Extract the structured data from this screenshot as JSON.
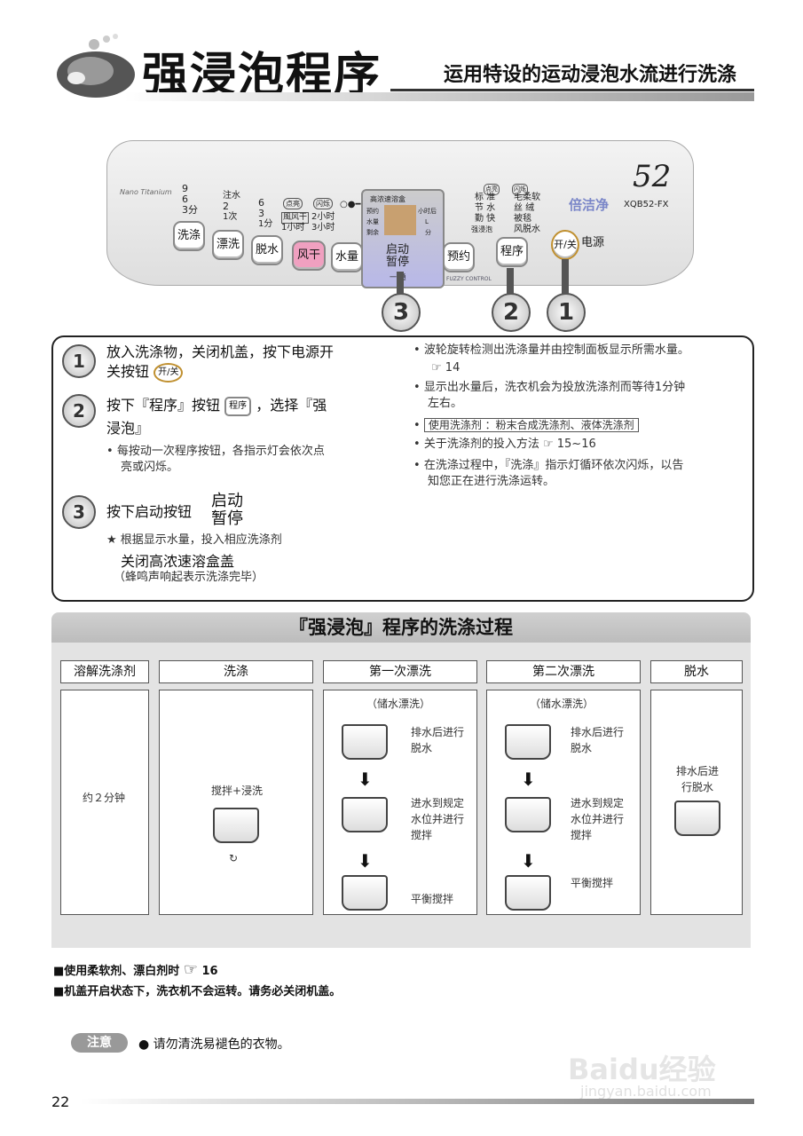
{
  "header": {
    "title": "强浸泡程序",
    "subtitle": "运用特设的运动浸泡水流进行洗涤"
  },
  "panel": {
    "brand_small": "Nano Titanium",
    "model_big": "52",
    "model": "XQB52-FX",
    "logo": "倍洁净",
    "wash_levels": [
      "9",
      "6",
      "3分"
    ],
    "rinse_levels": [
      "注水",
      "2",
      "1次"
    ],
    "spin_levels": [
      "6",
      "3",
      "1分"
    ],
    "dot_label": "点亮",
    "flash_label": "闪烁",
    "air_dry_label": "風风干",
    "air_dry_times": [
      "2小时",
      "3小时"
    ],
    "dry_hour": "1小时",
    "display_header": "高浓速溶盒",
    "display_left": [
      "预约",
      "水量",
      "剩余"
    ],
    "display_right": [
      "小时后",
      "L",
      "分"
    ],
    "program_header": [
      "点亮",
      "闪烁"
    ],
    "programs_left": [
      "标 准",
      "节 水",
      "勤 快",
      "强浸泡"
    ],
    "programs_right": [
      "毛柔软",
      "丝 绒",
      "被毯",
      "风脱水"
    ],
    "fuzzy": "FUZZY CONTROL",
    "buttons": {
      "wash": "洗涤",
      "rinse": "漂洗",
      "spin": "脱水",
      "dry": "风干",
      "water": "水量",
      "start": "启动",
      "pause": "暂停",
      "start_sub": "一 通",
      "timer": "预约",
      "program": "程序",
      "power": "开/关",
      "power_label": "电源"
    },
    "callouts": [
      "3",
      "2",
      "1"
    ]
  },
  "steps": [
    {
      "num": "1",
      "line1": "放入洗涤物，关闭机盖，按下电源开",
      "line2": "关按钮",
      "chip": "开/关"
    },
    {
      "num": "2",
      "pre": "按下『程序』按钮",
      "chip": "程序",
      "post": "，选择『强",
      "line2": "浸泡』",
      "bullet1": "每按动一次程序按钮，各指示灯会依次点",
      "bullet2": "亮或闪烁。"
    },
    {
      "num": "3",
      "pre": "按下启动按钮",
      "btn1": "启动",
      "btn2": "暂停",
      "star": "★ 根据显示水量，投入相应洗涤剂",
      "close": "关闭高浓速溶盒盖",
      "beep": "（蜂鸣声响起表示洗涤完毕）"
    }
  ],
  "notes_right": {
    "n1a": "波轮旋转检测出洗涤量并由控制面板显示所需水量。",
    "n1b": "14",
    "n2a": "显示出水量后，洗衣机会为投放洗涤剂而等待1分钟",
    "n2b": "左右。",
    "n3": "使用洗涤剂 ：粉末合成洗涤剂、液体洗涤剂",
    "n4": "关于洗涤剂的投入方法",
    "n4ref": "15~16",
    "n5a": "在洗涤过程中，『洗涤』指示灯循环依次闪烁，以告",
    "n5b": "知您正在进行洗涤运转。"
  },
  "process": {
    "title": "『强浸泡』程序的洗涤过程",
    "columns": [
      "溶解洗涤剂",
      "洗涤",
      "第一次漂洗",
      "第二次漂洗",
      "脱水"
    ],
    "dissolve": "约２分钟",
    "wash": "搅拌+浸洗",
    "rinse_sub": "（储水漂洗）",
    "rinse_a": "排水后进行",
    "rinse_a2": "脱水",
    "rinse_b1": "进水到规定",
    "rinse_b2": "水位并进行",
    "rinse_b3": "搅拌",
    "rinse_c": "平衡搅拌",
    "spin1": "排水后进",
    "spin2": "行脱水"
  },
  "footnotes": {
    "f1": "■使用柔软剂、漂白剂时",
    "f1ref": "16",
    "f2": "■机盖开启状态下，洗衣机不会运转。请务必关闭机盖。"
  },
  "caution": {
    "label": "注意",
    "text": "● 请勿清洗易褪色的衣物。"
  },
  "page_number": "22",
  "watermark": {
    "brand": "Baidu经验",
    "url": "jingyan.baidu.com"
  }
}
